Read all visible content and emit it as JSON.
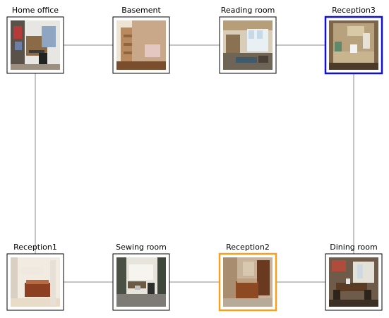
{
  "graph": {
    "nodes": [
      {
        "id": "home_office",
        "label": "Home office",
        "highlight": null
      },
      {
        "id": "basement",
        "label": "Basement",
        "highlight": null
      },
      {
        "id": "reading_room",
        "label": "Reading room",
        "highlight": null
      },
      {
        "id": "reception3",
        "label": "Reception3",
        "highlight": "#1010d0"
      },
      {
        "id": "reception1",
        "label": "Reception1",
        "highlight": null
      },
      {
        "id": "sewing_room",
        "label": "Sewing room",
        "highlight": null
      },
      {
        "id": "reception2",
        "label": "Reception2",
        "highlight": "#f5a21b"
      },
      {
        "id": "dining_room",
        "label": "Dining room",
        "highlight": null
      }
    ],
    "edges": [
      [
        "home_office",
        "basement"
      ],
      [
        "basement",
        "reading_room"
      ],
      [
        "reading_room",
        "reception3"
      ],
      [
        "home_office",
        "reception1"
      ],
      [
        "reception3",
        "dining_room"
      ],
      [
        "reception1",
        "sewing_room"
      ],
      [
        "sewing_room",
        "reception2"
      ],
      [
        "reception2",
        "dining_room"
      ]
    ],
    "colors": {
      "edge": "#888888",
      "frame": "#000000"
    }
  }
}
